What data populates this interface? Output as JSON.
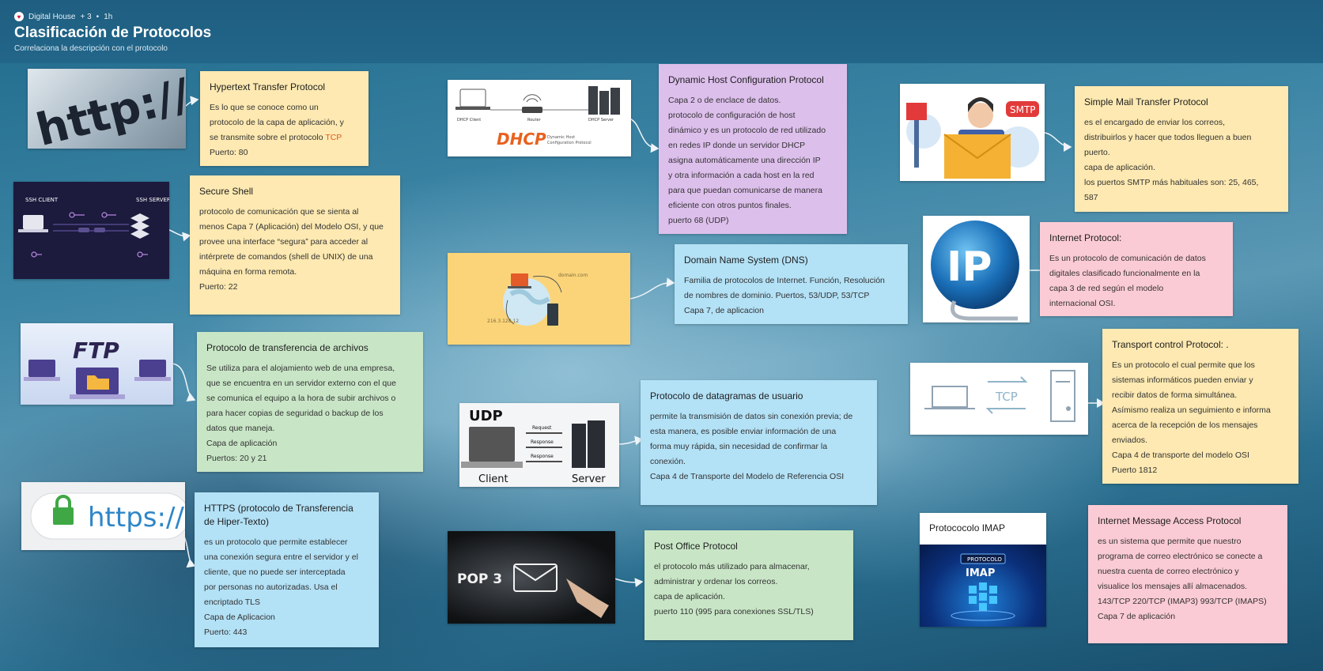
{
  "header": {
    "workspace": "Digital House",
    "collaborators": "+ 3",
    "separator": "•",
    "time": "1h",
    "title": "Clasificación de Protocolos",
    "subtitle": "Correlaciona la descripción con el protocolo"
  },
  "colors": {
    "yellow": "#fde9b1",
    "green": "#c8e6c6",
    "blue": "#b3e1f6",
    "purple": "#ddbfec",
    "pink": "#fbcbd5"
  },
  "images": {
    "http": "http://ww",
    "ssh_client": "SSH CLIENT",
    "ssh_server": "SSH SERVER",
    "ftp": "FTP",
    "https": "https://",
    "dhcp_client": "DHCP Client",
    "dhcp_router": "Router",
    "dhcp_server": "DHCP Server",
    "dhcp_logo": "DHCP",
    "dhcp_caption1": "Dynamic Host",
    "dhcp_caption2": "Configuration Protocol",
    "dns_domain": "domain.com",
    "dns_ip": "216.3.128.12",
    "udp_label": "UDP",
    "udp_request": "Request",
    "udp_response": "Response",
    "udp_client": "Client",
    "udp_server": "Server",
    "pop3": "POP 3",
    "smtp": "SMTP",
    "ip": "IP",
    "tcp": "TCP",
    "imap_small": "PROTOCOLO",
    "imap_big": "IMAP"
  },
  "cards": {
    "http": {
      "title": "Hypertext Transfer Protocol",
      "l1": " Es lo que se conoce como un",
      "l2": "protocolo de la capa de aplicación, y",
      "l3a": "se transmite sobre el protocolo ",
      "l3b": "TCP",
      "l4": "Puerto: 80"
    },
    "ssh": {
      "title": "Secure Shell",
      "l1": "protocolo de comunicación que se sienta al",
      "l2": "menos Capa 7 (Aplicación) del Modelo OSI, y que",
      "l3": "provee una interface “segura” para acceder al",
      "l4": "intérprete de comandos (shell de UNIX) de una",
      "l5": "máquina en forma remota.",
      "l6": "Puerto: 22"
    },
    "ftp": {
      "title": "Protocolo de transferencia de archivos",
      "l1": "Se utiliza para el alojamiento web de una empresa,",
      "l2": "que se encuentra en un servidor externo con el que",
      "l3": "se comunica el equipo a la hora de subir archivos o",
      "l4": "para hacer copias de seguridad o backup de los",
      "l5": "datos que maneja.",
      "l6": "Capa de aplicación",
      "l7": "Puertos: 20 y 21"
    },
    "https": {
      "title1": "HTTPS (protocolo de Transferencia",
      "title2": "de Hiper-Texto)",
      "l1": "es un protocolo que permite establecer",
      "l2": "una conexión segura entre el servidor y el",
      "l3": "cliente, que no puede ser interceptada",
      "l4": "por personas no autorizadas. Usa el",
      "l5": "encriptado TLS",
      "l6": "Capa de Aplicacion",
      "l7": "Puerto: 443"
    },
    "dhcp": {
      "title": "Dynamic Host Configuration Protocol",
      "l1": "Capa 2 o de enclace de datos.",
      "l2": "protocolo de configuración de host",
      "l3": "dinámico y es un protocolo de red utilizado",
      "l4": "en redes IP donde un servidor DHCP",
      "l5": "asigna automáticamente una dirección IP",
      "l6": "y otra información a cada host en la red",
      "l7": "para que puedan comunicarse de manera",
      "l8": "eficiente con otros puntos finales.",
      "l9": "puerto 68 (UDP)"
    },
    "dns": {
      "title": "Domain Name System (DNS)",
      "l1": "Familia de protocolos de Internet. Función, Resolución",
      "l2": "de nombres de dominio. Puertos, 53/UDP, 53/TCP",
      "l3": "Capa 7, de aplicacion"
    },
    "udp": {
      "title": "Protocolo de datagramas de usuario",
      "l1": "permite la transmisión de datos sin conexión previa; de",
      "l2": "esta manera, es posible enviar información de una",
      "l3": "forma muy rápida, sin necesidad de confirmar la",
      "l4": "conexión.",
      "l5": "Capa 4 de Transporte del Modelo de Referencia OSI"
    },
    "pop": {
      "title": "Post Office Protocol",
      "l1": "el protocolo más utilizado para almacenar,",
      "l2": "administrar y ordenar los correos.",
      "l3": "capa de aplicación.",
      "l4": "puerto 110 (995 para conexiones SSL/TLS)"
    },
    "smtp": {
      "title": "Simple Mail Transfer Protocol",
      "l1": "es el encargado de enviar los correos,",
      "l2": "distribuirlos y hacer que todos lleguen a buen",
      "l3": "puerto.",
      "l4": "capa de aplicación.",
      "l5": "los puertos SMTP más habituales son: 25, 465,",
      "l6": "587"
    },
    "ip": {
      "title": "Internet Protocol:",
      "l1": "Es un protocolo de comunicación de datos",
      "l2": "digitales clasificado funcionalmente en la",
      "l3": "capa 3 de red según el modelo",
      "l4": "internacional OSI."
    },
    "tcp": {
      "title": "Transport control Protocol: .",
      "l1": "Es un protocolo el cual permite que los",
      "l2": "sistemas informáticos pueden enviar y",
      "l3": "recibir datos de forma simultánea.",
      "l4": "Asímismo realiza un seguimiento e informa",
      "l5": "acerca de la recepción de los mensajes",
      "l6": "enviados.",
      "l7": "Capa 4 de transporte del modelo OSI",
      "l8": "Puerto 1812"
    },
    "imap_label": {
      "title": "Protococolo IMAP"
    },
    "imap": {
      "title": "Internet Message Access Protocol",
      "l1": "es un sistema que permite que nuestro",
      "l2": "programa de correo electrónico se conecte a",
      "l3": "nuestra cuenta de correo electrónico y",
      "l4": "visualice los mensajes allí almacenados.",
      "l5": "143/TCP 220/TCP (IMAP3) 993/TCP (IMAPS)",
      "l6": "Capa 7 de aplicación"
    }
  }
}
